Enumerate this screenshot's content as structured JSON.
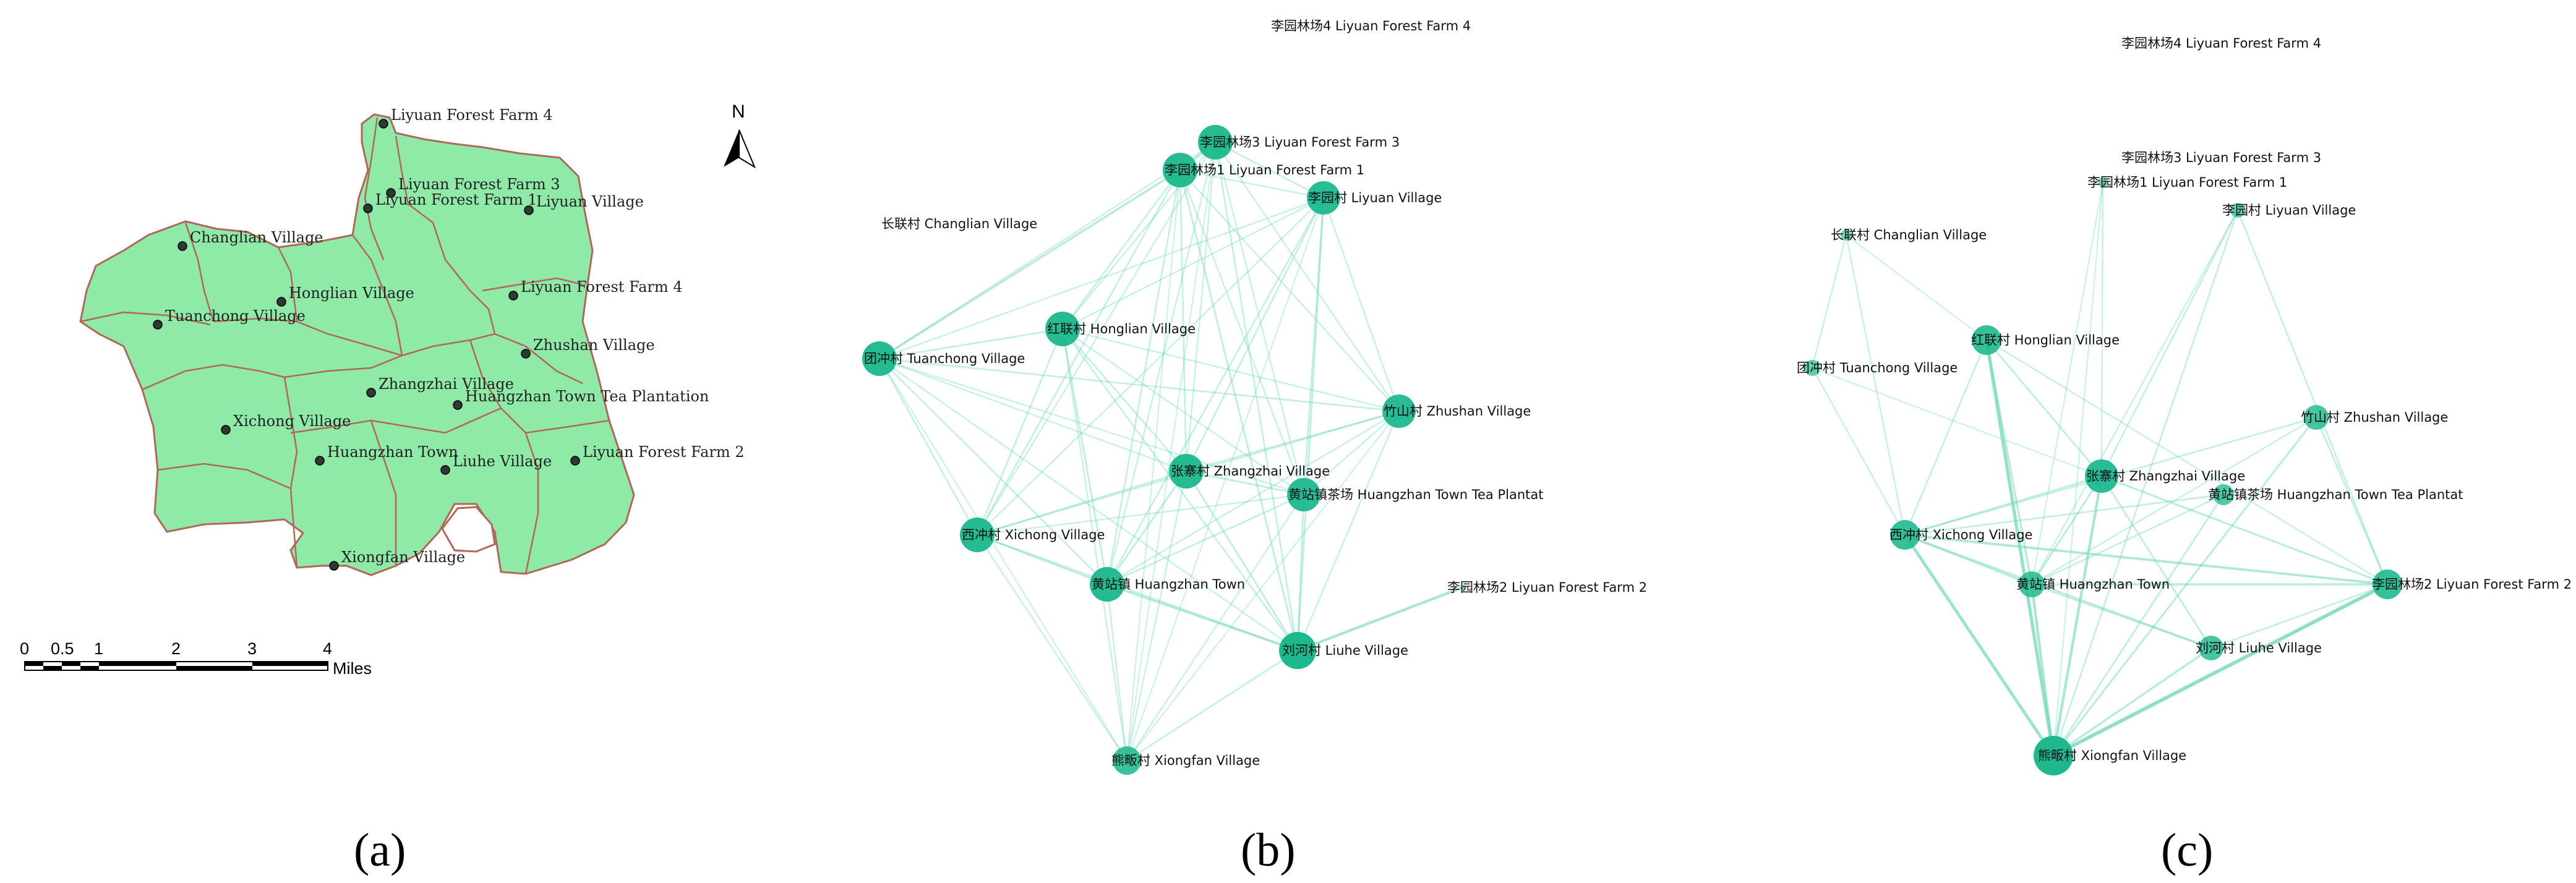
{
  "figure": {
    "panel_labels": [
      "(a)",
      "(b)",
      "(c)"
    ],
    "colors": {
      "map_fill": "#8fe9a7",
      "map_border": "#b0675a",
      "node_fill": "#1db88e",
      "edge": "#6fd6b6",
      "point": "#2c3a33"
    }
  },
  "map": {
    "north_label": "N",
    "scale_ticks": [
      "0",
      "0.5",
      "1",
      "2",
      "3",
      "4"
    ],
    "scale_unit": "Miles",
    "places": [
      {
        "id": "lf4",
        "label": "Liyuan Forest Farm 4"
      },
      {
        "id": "lf3",
        "label": "Liyuan Forest Farm 3"
      },
      {
        "id": "lf1",
        "label": "Liyuan Forest Farm 1"
      },
      {
        "id": "ly",
        "label": "Liyuan Village"
      },
      {
        "id": "cl",
        "label": "Changlian Village"
      },
      {
        "id": "hl",
        "label": "Honglian Village"
      },
      {
        "id": "tc",
        "label": "Tuanchong Village"
      },
      {
        "id": "lf4b",
        "label": "Liyuan Forest Farm 4"
      },
      {
        "id": "zs",
        "label": "Zhushan Village"
      },
      {
        "id": "zz",
        "label": "Zhangzhai Village"
      },
      {
        "id": "htp",
        "label": "Huangzhan Town Tea Plantation"
      },
      {
        "id": "xc",
        "label": "Xichong Village"
      },
      {
        "id": "ht",
        "label": "Huangzhan Town"
      },
      {
        "id": "lh",
        "label": "Liuhe Village"
      },
      {
        "id": "lf2",
        "label": "Liyuan Forest Farm 2"
      },
      {
        "id": "xf",
        "label": "Xiongfan Village"
      }
    ]
  },
  "network_b": {
    "nodes": [
      {
        "id": "lf4",
        "label": "李园林场4 Liyuan Forest Farm 4",
        "size": 0
      },
      {
        "id": "lf3",
        "label": "李园林场3 Liyuan Forest Farm 3",
        "size": 28
      },
      {
        "id": "lf1",
        "label": "李园林场1 Liyuan Forest Farm 1",
        "size": 28
      },
      {
        "id": "ly",
        "label": "李园村 Liyuan Village",
        "size": 27
      },
      {
        "id": "cl",
        "label": "长联村 Changlian Village",
        "size": 0
      },
      {
        "id": "hl",
        "label": "红联村 Honglian Village",
        "size": 28
      },
      {
        "id": "tc",
        "label": "团冲村 Tuanchong Village",
        "size": 28
      },
      {
        "id": "zs",
        "label": "竹山村 Zhushan Village",
        "size": 27
      },
      {
        "id": "zz",
        "label": "张寨村 Zhangzhai Village",
        "size": 28
      },
      {
        "id": "htp",
        "label": "黄站镇茶场 Huangzhan Town Tea Plantat",
        "size": 27
      },
      {
        "id": "xc",
        "label": "西冲村 Xichong Village",
        "size": 28
      },
      {
        "id": "ht",
        "label": "黄站镇 Huangzhan Town",
        "size": 28
      },
      {
        "id": "lf2",
        "label": "李园林场2 Liyuan Forest Farm 2",
        "size": 4
      },
      {
        "id": "lh",
        "label": "刘河村 Liuhe Village",
        "size": 30
      },
      {
        "id": "xf",
        "label": "熊畈村 Xiongfan Village",
        "size": 23
      }
    ],
    "edges": [
      [
        "lf3",
        "lf1",
        0.6
      ],
      [
        "lf3",
        "ly",
        0.35
      ],
      [
        "lf3",
        "hl",
        0.3
      ],
      [
        "lf3",
        "tc",
        0.3
      ],
      [
        "lf3",
        "zz",
        0.3
      ],
      [
        "lf3",
        "xc",
        0.3
      ],
      [
        "lf3",
        "ht",
        0.3
      ],
      [
        "lf3",
        "lh",
        0.35
      ],
      [
        "lf3",
        "htp",
        0.3
      ],
      [
        "lf3",
        "zs",
        0.3
      ],
      [
        "lf3",
        "xf",
        0.25
      ],
      [
        "lf1",
        "ly",
        0.3
      ],
      [
        "lf1",
        "hl",
        0.35
      ],
      [
        "lf1",
        "tc",
        0.5
      ],
      [
        "lf1",
        "zz",
        0.35
      ],
      [
        "lf1",
        "xc",
        0.35
      ],
      [
        "lf1",
        "ht",
        0.35
      ],
      [
        "lf1",
        "lh",
        0.4
      ],
      [
        "lf1",
        "htp",
        0.3
      ],
      [
        "lf1",
        "zs",
        0.3
      ],
      [
        "lf1",
        "xf",
        0.25
      ],
      [
        "ly",
        "hl",
        0.3
      ],
      [
        "ly",
        "tc",
        0.3
      ],
      [
        "ly",
        "zz",
        0.35
      ],
      [
        "ly",
        "xc",
        0.3
      ],
      [
        "ly",
        "ht",
        0.35
      ],
      [
        "ly",
        "lh",
        0.4
      ],
      [
        "ly",
        "htp",
        0.35
      ],
      [
        "ly",
        "zs",
        0.3
      ],
      [
        "ly",
        "xf",
        0.25
      ],
      [
        "hl",
        "tc",
        0.35
      ],
      [
        "hl",
        "zz",
        0.35
      ],
      [
        "hl",
        "xc",
        0.35
      ],
      [
        "hl",
        "ht",
        0.4
      ],
      [
        "hl",
        "lh",
        0.35
      ],
      [
        "hl",
        "htp",
        0.3
      ],
      [
        "hl",
        "zs",
        0.3
      ],
      [
        "hl",
        "xf",
        0.3
      ],
      [
        "tc",
        "zz",
        0.3
      ],
      [
        "tc",
        "xc",
        0.35
      ],
      [
        "tc",
        "ht",
        0.35
      ],
      [
        "tc",
        "lh",
        0.3
      ],
      [
        "tc",
        "htp",
        0.3
      ],
      [
        "tc",
        "zs",
        0.35
      ],
      [
        "tc",
        "xf",
        0.25
      ],
      [
        "zs",
        "zz",
        0.35
      ],
      [
        "zs",
        "xc",
        0.35
      ],
      [
        "zs",
        "ht",
        0.3
      ],
      [
        "zs",
        "lh",
        0.3
      ],
      [
        "zs",
        "htp",
        0.3
      ],
      [
        "zs",
        "xf",
        0.25
      ],
      [
        "zz",
        "htp",
        0.4
      ],
      [
        "zz",
        "xc",
        0.35
      ],
      [
        "zz",
        "ht",
        0.4
      ],
      [
        "zz",
        "lh",
        0.4
      ],
      [
        "zz",
        "xf",
        0.3
      ],
      [
        "htp",
        "xc",
        0.3
      ],
      [
        "htp",
        "ht",
        0.35
      ],
      [
        "htp",
        "lh",
        0.35
      ],
      [
        "htp",
        "xf",
        0.3
      ],
      [
        "xc",
        "ht",
        0.45
      ],
      [
        "xc",
        "lh",
        0.35
      ],
      [
        "xc",
        "xf",
        0.3
      ],
      [
        "ht",
        "lh",
        0.55
      ],
      [
        "ht",
        "xf",
        0.3
      ],
      [
        "lh",
        "xf",
        0.35
      ],
      [
        "lh",
        "lf2",
        0.7
      ]
    ]
  },
  "network_c": {
    "nodes": [
      {
        "id": "lf4",
        "label": "李园林场4 Liyuan Forest Farm 4",
        "size": 0
      },
      {
        "id": "lf3",
        "label": "李园林场3 Liyuan Forest Farm 3",
        "size": 0
      },
      {
        "id": "lf1",
        "label": "李园林场1 Liyuan Forest Farm 1",
        "size": 8
      },
      {
        "id": "ly",
        "label": "李园村 Liyuan Village",
        "size": 12
      },
      {
        "id": "cl",
        "label": "长联村 Changlian Village",
        "size": 9
      },
      {
        "id": "hl",
        "label": "红联村 Honglian Village",
        "size": 24
      },
      {
        "id": "tc",
        "label": "团冲村 Tuanchong Village",
        "size": 13
      },
      {
        "id": "zs",
        "label": "竹山村 Zhushan Village",
        "size": 20
      },
      {
        "id": "zz",
        "label": "张寨村 Zhangzhai Village",
        "size": 27
      },
      {
        "id": "htp",
        "label": "黄站镇茶场 Huangzhan Town Tea Plantat",
        "size": 17
      },
      {
        "id": "xc",
        "label": "西冲村 Xichong Village",
        "size": 24
      },
      {
        "id": "ht",
        "label": "黄站镇 Huangzhan Town",
        "size": 21
      },
      {
        "id": "lf2",
        "label": "李园林场2 Liyuan Forest Farm 2",
        "size": 24
      },
      {
        "id": "lh",
        "label": "刘河村 Liuhe Village",
        "size": 20
      },
      {
        "id": "xf",
        "label": "熊畈村 Xiongfan Village",
        "size": 32
      }
    ],
    "edges": [
      [
        "cl",
        "tc",
        0.3
      ],
      [
        "cl",
        "xc",
        0.3
      ],
      [
        "cl",
        "hl",
        0.25
      ],
      [
        "lf1",
        "zz",
        0.3
      ],
      [
        "lf1",
        "ht",
        0.25
      ],
      [
        "lf1",
        "xf",
        0.25
      ],
      [
        "ly",
        "zz",
        0.35
      ],
      [
        "ly",
        "xf",
        0.35
      ],
      [
        "ly",
        "lf2",
        0.35
      ],
      [
        "ly",
        "ht",
        0.3
      ],
      [
        "tc",
        "xc",
        0.3
      ],
      [
        "tc",
        "zz",
        0.25
      ],
      [
        "hl",
        "xf",
        0.9
      ],
      [
        "hl",
        "ht",
        0.5
      ],
      [
        "hl",
        "zz",
        0.4
      ],
      [
        "hl",
        "xc",
        0.35
      ],
      [
        "hl",
        "lf2",
        0.3
      ],
      [
        "zs",
        "xf",
        0.45
      ],
      [
        "zs",
        "lf2",
        0.4
      ],
      [
        "zs",
        "xc",
        0.35
      ],
      [
        "zs",
        "ht",
        0.3
      ],
      [
        "zz",
        "xf",
        0.7
      ],
      [
        "zz",
        "lh",
        0.4
      ],
      [
        "zz",
        "lf2",
        0.45
      ],
      [
        "zz",
        "ht",
        0.45
      ],
      [
        "zz",
        "xc",
        0.4
      ],
      [
        "htp",
        "xc",
        0.35
      ],
      [
        "htp",
        "ht",
        0.35
      ],
      [
        "htp",
        "xf",
        0.4
      ],
      [
        "xc",
        "ht",
        0.5
      ],
      [
        "xc",
        "xf",
        0.85
      ],
      [
        "xc",
        "lf2",
        0.6
      ],
      [
        "xc",
        "lh",
        0.45
      ],
      [
        "ht",
        "xf",
        0.7
      ],
      [
        "ht",
        "lf2",
        0.5
      ],
      [
        "ht",
        "lh",
        0.4
      ],
      [
        "lh",
        "xf",
        0.5
      ],
      [
        "lh",
        "lf2",
        0.35
      ],
      [
        "lf2",
        "xf",
        1.0
      ]
    ]
  }
}
